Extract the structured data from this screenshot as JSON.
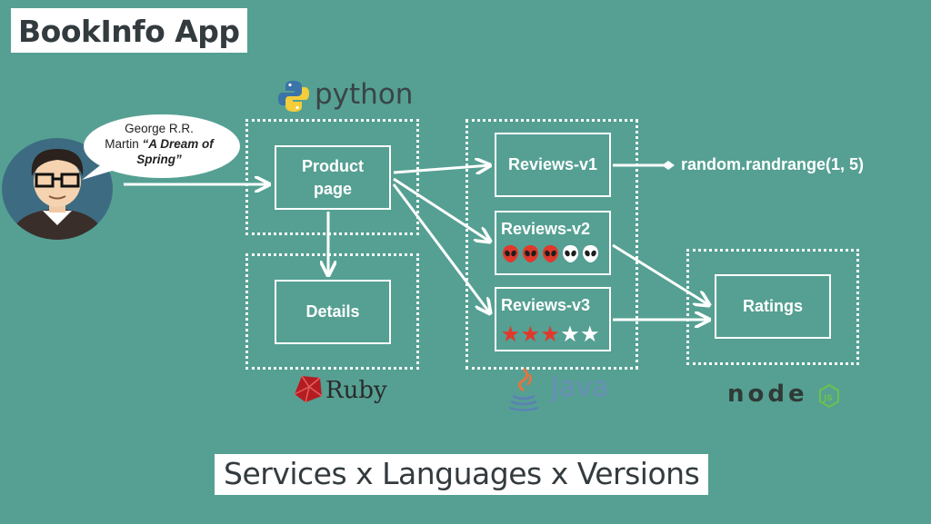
{
  "title": "BookInfo App",
  "footer": "Services x Languages x Versions",
  "bubble": {
    "line1": "George R.R.",
    "line2_plain": "Martin ",
    "line2_em": "“A Dream of",
    "line3_em": "Spring”"
  },
  "services": {
    "product_line1": "Product",
    "product_line2": "page",
    "details": "Details",
    "reviews_v1": "Reviews-v1",
    "reviews_v2": "Reviews-v2",
    "reviews_v3": "Reviews-v3",
    "ratings": "Ratings"
  },
  "random_call": "random.randrange(1, 5)",
  "languages": {
    "python": "python",
    "ruby": "Ruby",
    "java": "Java",
    "node": "node"
  },
  "ratings_display": {
    "v2_filled": 3,
    "v2_total": 5,
    "v3_filled": 3,
    "v3_total": 5
  },
  "colors": {
    "background": "#55a093",
    "rating_red": "#e0392b",
    "white": "#ffffff"
  }
}
